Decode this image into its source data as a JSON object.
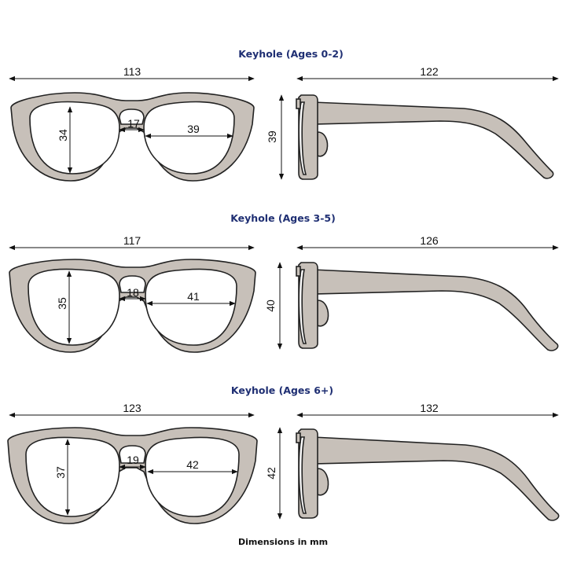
{
  "sections": [
    {
      "title": "Keyhole (Ages 0-2)",
      "front_width": "113",
      "lens_height": "34",
      "bridge_width": "17",
      "lens_width": "39",
      "temple_length": "122",
      "side_height": "39"
    },
    {
      "title": "Keyhole (Ages 3-5)",
      "front_width": "117",
      "lens_height": "35",
      "bridge_width": "18",
      "lens_width": "41",
      "temple_length": "126",
      "side_height": "40"
    },
    {
      "title": "Keyhole (Ages 6+)",
      "front_width": "123",
      "lens_height": "37",
      "bridge_width": "19",
      "lens_width": "42",
      "temple_length": "132",
      "side_height": "42"
    }
  ],
  "footer": "Dimensions in mm",
  "colors": {
    "title": "#1f2f73",
    "frame_fill": "#c7c0b9",
    "outline": "#222222"
  }
}
